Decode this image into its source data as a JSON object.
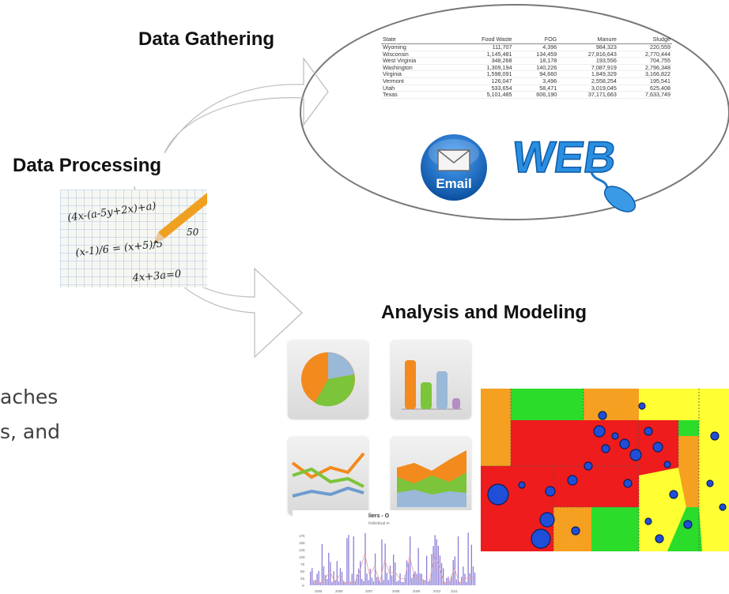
{
  "headings": {
    "gathering": "Data Gathering",
    "processing": "Data Processing",
    "analysis": "Analysis and Modeling"
  },
  "body_text": {
    "line1": "aches",
    "line2": "s, and"
  },
  "table": {
    "headers": [
      "State",
      "Food Waste",
      "FOG",
      "Manure",
      "Sludge"
    ],
    "rows": [
      [
        "Wyoming",
        "111,707",
        "4,396",
        "984,323",
        "220,559"
      ],
      [
        "Wisconsin",
        "1,145,481",
        "134,459",
        "27,816,643",
        "2,770,444"
      ],
      [
        "West Virginia",
        "348,268",
        "18,178",
        "193,556",
        "704,755"
      ],
      [
        "Washington",
        "1,309,194",
        "140,226",
        "7,087,919",
        "2,796,348"
      ],
      [
        "Virginia",
        "1,598,091",
        "94,660",
        "1,849,329",
        "3,166,822"
      ],
      [
        "Vermont",
        "126,047",
        "3,496",
        "2,558,254",
        "195,541"
      ],
      [
        "Utah",
        "533,654",
        "58,471",
        "3,019,045",
        "625,408"
      ],
      [
        "Texas",
        "5,101,485",
        "606,190",
        "37,171,663",
        "7,633,749"
      ]
    ]
  },
  "icons": {
    "email_label": "Email",
    "web_label": "WEB"
  },
  "colors": {
    "email_blue": "#1a6fc4",
    "web_blue": "#2a8fe0",
    "pie_orange": "#f28a1e",
    "pie_green": "#7cc43a",
    "pie_blue": "#9ab8d8",
    "map_red": "#ee1c1c",
    "map_green": "#2bdc2b",
    "map_yellow": "#ffff33",
    "map_orange": "#f5a020",
    "marker_blue": "#1f4fd8"
  },
  "math_photo": {
    "eq1": "(4x-(a-5y+2x)+a)",
    "eq2": "(x-1)/6 = (x+5)/5",
    "eq3": "50",
    "eq4": "4x+3a=0"
  },
  "ts_chart": {
    "title": "liers - O",
    "subtitle": "Individual m",
    "yticks": [
      "175",
      "150",
      "125",
      "100",
      "75",
      "50",
      "25",
      "0"
    ],
    "xticks": [
      "2005",
      "2006",
      "2007",
      "2008",
      "2009",
      "2010",
      "2011"
    ]
  }
}
